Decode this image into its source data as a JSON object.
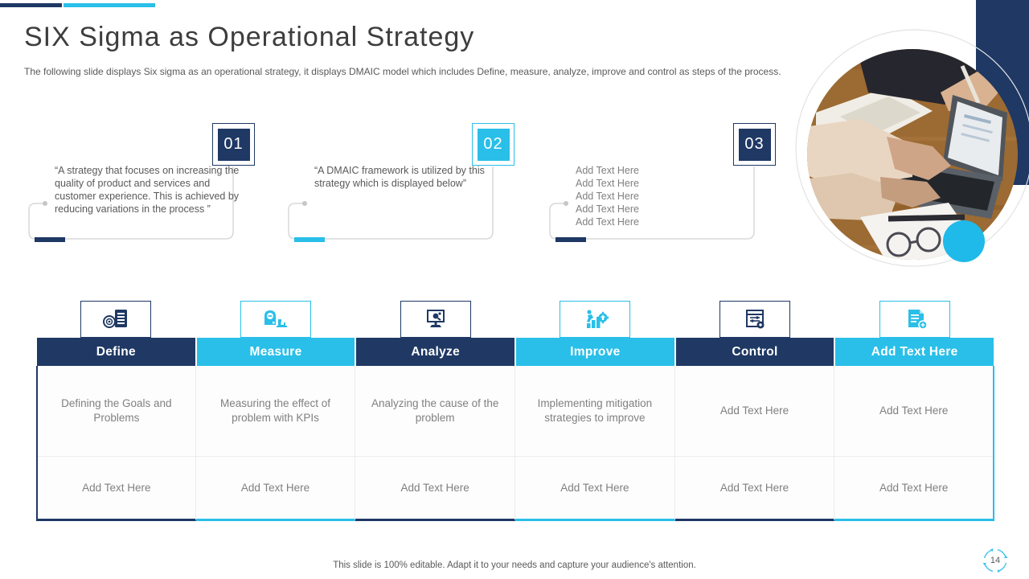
{
  "slide": {
    "title": "SIX Sigma as Operational Strategy",
    "subtitle": "The following slide displays Six sigma as an operational strategy, it displays DMAIC  model which includes Define, measure, analyze, improve and control as steps of the process.",
    "footer": "This slide is 100% editable. Adapt it to your needs and capture your audience's attention.",
    "page_number": "14"
  },
  "colors": {
    "navy": "#1f3864",
    "cyan": "#29bfe8",
    "text_gray": "#808080",
    "quote_gray": "#595959",
    "border_light": "#d9d9d9"
  },
  "callouts": [
    {
      "number": "01",
      "accent": "navy",
      "text": "“A strategy that focuses on increasing the quality of product and services and customer experience. This is achieved  by reducing variations  in the process ”"
    },
    {
      "number": "02",
      "accent": "cyan",
      "text": "“A DMAIC  framework  is utilized by this strategy which is displayed  below”"
    },
    {
      "number": "03",
      "accent": "navy",
      "lines": [
        "Add Text Here",
        "Add Text Here",
        "Add Text Here",
        "Add Text Here",
        "Add Text Here"
      ]
    }
  ],
  "table": {
    "columns": [
      {
        "header": "Define",
        "accent": "navy",
        "icon": "define-icon",
        "row1": "Defining the Goals and Problems",
        "row2": "Add Text Here"
      },
      {
        "header": "Measure",
        "accent": "cyan",
        "icon": "measure-icon",
        "row1": "Measuring the effect of problem with KPIs",
        "row2": "Add Text Here"
      },
      {
        "header": "Analyze",
        "accent": "navy",
        "icon": "analyze-icon",
        "row1": "Analyzing  the cause of the problem",
        "row2": "Add Text Here"
      },
      {
        "header": "Improve",
        "accent": "cyan",
        "icon": "improve-icon",
        "row1": "Implementing  mitigation strategies to improve",
        "row2": "Add Text Here"
      },
      {
        "header": "Control",
        "accent": "navy",
        "icon": "control-icon",
        "row1": "Add Text Here",
        "row2": "Add Text Here"
      },
      {
        "header": "Add Text Here",
        "accent": "cyan",
        "icon": "add-text-icon",
        "row1": "Add Text Here",
        "row2": "Add Text Here"
      }
    ]
  }
}
